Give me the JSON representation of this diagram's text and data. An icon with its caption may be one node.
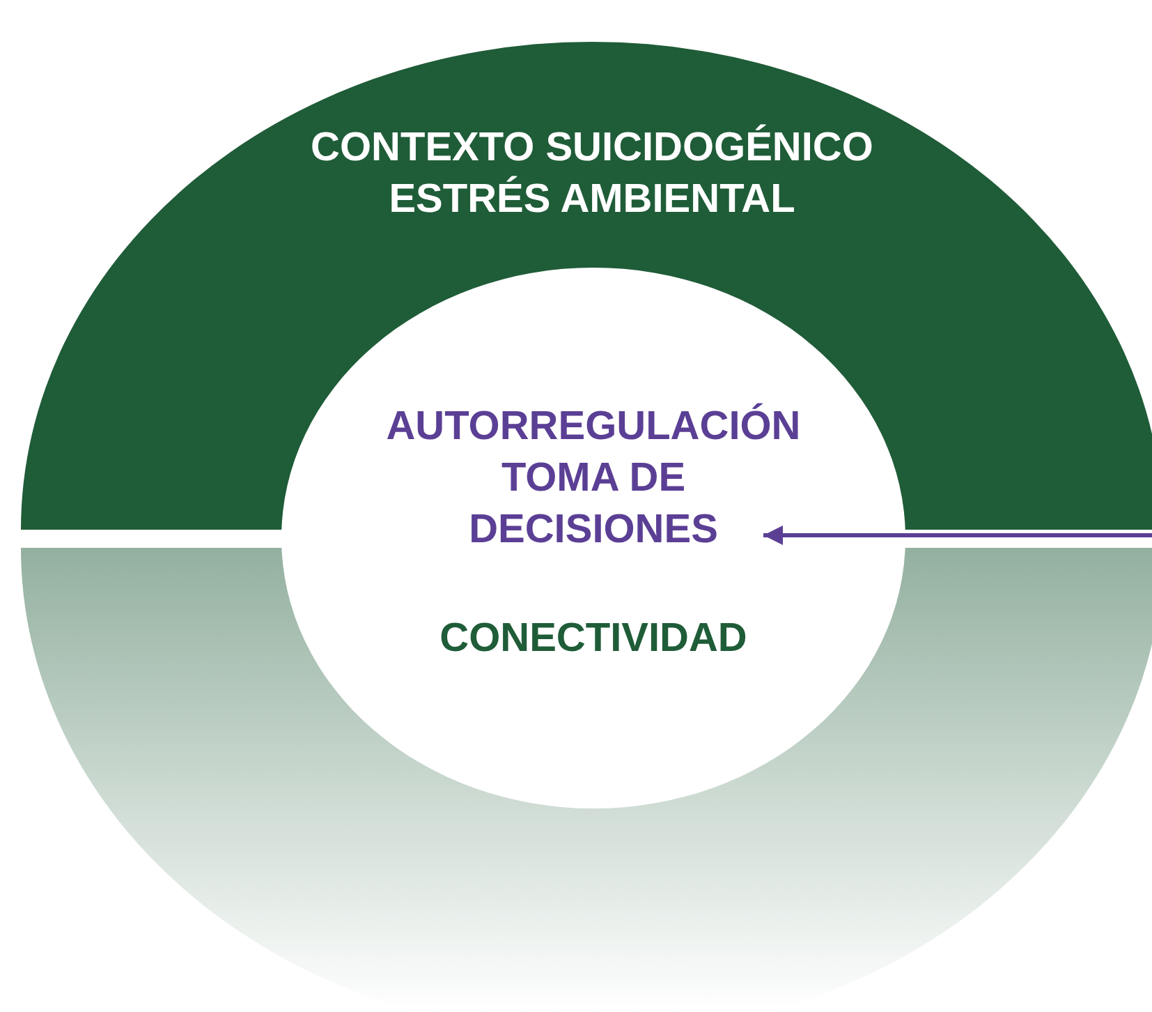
{
  "diagram": {
    "nodes": [
      {
        "text": [
          "CONTEXTO SUICIDOGÉNICO",
          "ESTRÉS AMBIENTAL"
        ]
      },
      {
        "text": [
          "AUTORREGULACIÓN TOMA DE DECISIONES",
          "CONECTIVIDAD"
        ]
      },
      {
        "text": [],
        "shape": "band"
      }
    ],
    "edges": [
      {
        "from": null,
        "to": 1,
        "arrow": "to"
      }
    ]
  }
}
